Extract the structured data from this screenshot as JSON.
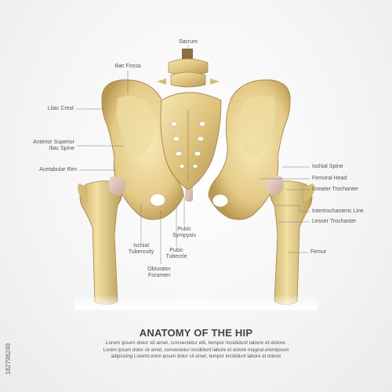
{
  "labels": {
    "sacrum": "Sacrum",
    "iliac_fossa": "Iliac Fossa",
    "iliac_crest": "Lliac Crest",
    "asis_line1": "Anterior Superior",
    "asis_line2": "Iliac Spine",
    "acetabular_rim": "Acetabular Rim",
    "ischial_spine": "Ischial Spine",
    "femoral_head": "Femoral Head",
    "greater_trochanter": "Greater Trochanter",
    "intertrochanteric_line": "Intertrochanteric Line",
    "lesser_trochanter": "Lesser Trochanter",
    "femur": "Femur",
    "pubic_symphysis_line1": "Pubic",
    "pubic_symphysis_line2": "Sympysis",
    "ischial_tuberosity_line1": "Ischial",
    "ischial_tuberosity_line2": "Tuberosity",
    "pubic_tubercle_line1": "Pubic",
    "pubic_tubercle_line2": "Tubercle",
    "obturator_foramen_line1": "Obturator",
    "obturator_foramen_line2": "Foramen"
  },
  "title": "ANATOMY OF THE HIP",
  "caption": {
    "line1": "Lorem ipsum dolor sit amet, consectetur elit, tempor incididunt labore et dolore.",
    "line2": "Lorem ipsum dolor sit amet, consectetur  incididunt labore et dolore magnal,oremipsum",
    "line3": "adipiscing LoremLorem ipsum dolor sit amet, tempor incididunt labore et dolore"
  },
  "stock_id": "182798249",
  "colors": {
    "bone_light": "#f3e2a6",
    "bone_mid": "#ddc27a",
    "bone_dark": "#a8894a",
    "cartilage": "#e2c6bc",
    "leader": "#7a7a7a"
  }
}
